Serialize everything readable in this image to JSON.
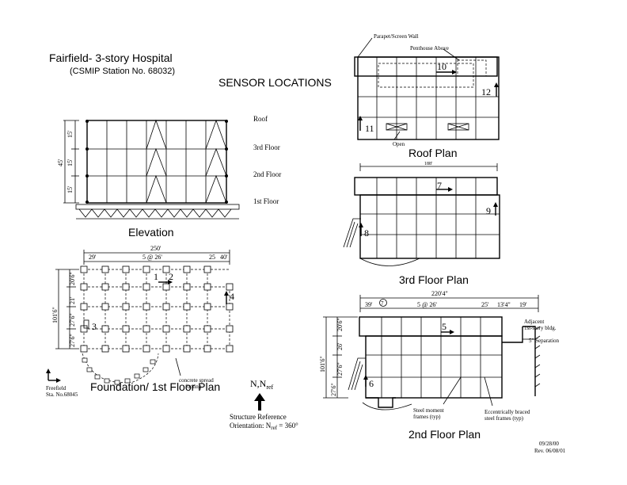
{
  "header": {
    "title": "Fairfield- 3-story Hospital",
    "subtitle": "(CSMIP Station No. 68032)",
    "heading": "SENSOR LOCATIONS"
  },
  "elevation": {
    "caption": "Elevation",
    "levels": [
      "Roof",
      "3rd Floor",
      "2nd Floor",
      "1st Floor"
    ],
    "dims": [
      "15'",
      "15'",
      "15'",
      "45'"
    ]
  },
  "roof_plan": {
    "caption": "Roof Plan",
    "notes": [
      "Parapet/Screen Wall",
      "Penthouse Above",
      "Open"
    ],
    "sensors": [
      "10",
      "11",
      "12"
    ]
  },
  "third_plan": {
    "caption": "3rd Floor Plan",
    "top_dim": "188'",
    "sensors": [
      "7",
      "8",
      "9"
    ]
  },
  "second_plan": {
    "caption": "2nd Floor Plan",
    "top_dim": "220'4\"",
    "spans": [
      "39'",
      "5 @ 26'",
      "25'",
      "13'4\"",
      "19'"
    ],
    "grid_mark": "7",
    "left_dims": [
      "20'6\"",
      "26'",
      "27'6\"",
      "27'6\""
    ],
    "total_dim": "101'6\"",
    "notes": [
      "Adjacent",
      "1st-story bldg.",
      "5\" Separation",
      "Steel moment",
      "frames (typ)",
      "Eccentrically braced",
      "steel frames (typ)"
    ],
    "sensors": [
      "5",
      "6"
    ]
  },
  "foundation": {
    "caption": "Foundation/ 1st Floor Plan",
    "top_dim": "250'",
    "spans": [
      "29'",
      "5 @ 26'",
      "25",
      "40'"
    ],
    "left_dims": [
      "20'6\"",
      "21'",
      "27'6\"",
      "27'6\""
    ],
    "total_dim": "101'6\"",
    "footing_note": [
      "concrete spread",
      "footing"
    ],
    "sensors": [
      "1",
      "2",
      "3",
      "4"
    ],
    "freefield": [
      "Freefield",
      "Sta. No.68045"
    ]
  },
  "north": {
    "label_main": "N,N",
    "label_sub": "ref",
    "ref_line1": "Structure Reference",
    "ref_line2_main": "Orientation: N",
    "ref_line2_sub": "ref",
    "ref_line2_tail": " = 360°"
  },
  "dates": [
    "09/28/00",
    "Rev. 06/08/01"
  ]
}
